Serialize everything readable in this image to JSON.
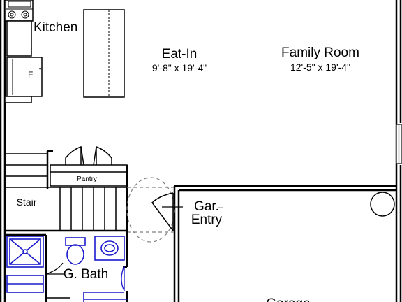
{
  "rooms": {
    "kitchen": {
      "name": "Kitchen"
    },
    "eat_in": {
      "name": "Eat-In",
      "dims": "9'-8\" x 19'-4\""
    },
    "family_room": {
      "name": "Family Room",
      "dims": "12'-5\" x 19'-4\""
    },
    "pantry": {
      "name": "Pantry"
    },
    "stair": {
      "name": "Stair"
    },
    "garage_entry": {
      "line1": "Gar.",
      "line2": "Entry"
    },
    "guest_bath": {
      "name": "G. Bath"
    },
    "garage": {
      "name": "Garage"
    }
  },
  "fixtures": {
    "fridge_label": "F"
  },
  "colors": {
    "walls": "#000000",
    "bath_fixtures": "#1a1acc",
    "dashed": "#808080"
  }
}
